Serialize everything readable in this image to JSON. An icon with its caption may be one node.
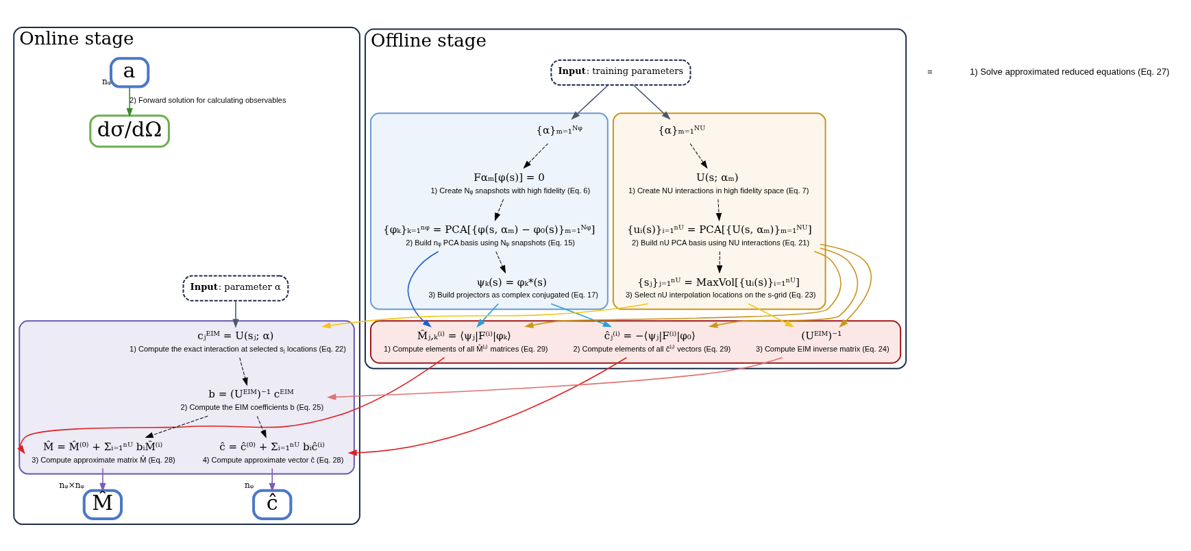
{
  "diagram": {
    "nodes": [
      {
        "text": [
          "Offline stage"
        ]
      },
      {
        "text": [
          "**Input**: training parameters"
        ],
        "in": 0
      },
      {
        "text": [],
        "shape": "box",
        "in": 0
      },
      {
        "text": [
          "{α}ₘ₌₁ᴺᵠ"
        ],
        "in": 2
      },
      {
        "text": [
          "Fαₘ[φ(s)] = 0"
        ],
        "in": 2,
        "beside": [
          "1) Create Nᵩ snapshots with high fidelity (Eq. 6)"
        ]
      },
      {
        "text": [
          "{φₖ}ₖ₌₁ⁿᵠ = PCA[{φ(s, αₘ) − φ₀(s)}ₘ₌₁ᴺᵠ]"
        ],
        "in": 2,
        "beside": [
          "2) Build nᵩ PCA basis using Nᵩ snapshots (Eq. 15)"
        ]
      },
      {
        "text": [
          "ψₖ(s) = φₖ*(s)"
        ],
        "in": 2,
        "beside": [
          "3) Build projectors as complex conjugated (Eq. 17)"
        ]
      },
      {
        "text": [],
        "shape": "box",
        "in": 0
      },
      {
        "text": [
          "{α}ₘ₌₁ᴺᵁ"
        ],
        "in": 7
      },
      {
        "text": [
          "U(s; αₘ)"
        ],
        "in": 7,
        "beside": [
          "1) Create NU interactions in high fidelity space (Eq. 7)"
        ]
      },
      {
        "text": [
          "{uᵢ(s)}ᵢ₌₁ⁿᵁ = PCA[{U(s, αₘ)}ₘ₌₁ᴺᵁ]"
        ],
        "in": 7,
        "beside": [
          "2) Build nU PCA basis using NU interactions (Eq. 21)"
        ]
      },
      {
        "text": [
          "{sⱼ}ⱼ₌₁ⁿᵁ = MaxVol[{uᵢ(s)}ᵢ₌₁ⁿᵁ]"
        ],
        "in": 7,
        "beside": [
          "3) Select nU interpolation locations on the s-grid (Eq. 23)"
        ]
      },
      {
        "text": [],
        "shape": "box",
        "in": 0
      },
      {
        "text": [
          "M̂ⱼ,ₖ⁽ⁱ⁾ = ⟨ψⱼ|F⁽ⁱ⁾|φₖ⟩"
        ],
        "in": 12,
        "beside": [
          "1) Compute elements of all M̂⁽ⁱ⁾ matrices (Eq. 29)"
        ]
      },
      {
        "text": [
          "ĉⱼ⁽ⁱ⁾ = −⟨ψⱼ|F⁽ⁱ⁾|φ₀⟩"
        ],
        "in": 12,
        "beside": [
          "2) Compute elements of all ĉ⁽ⁱ⁾ vectors (Eq. 29)"
        ]
      },
      {
        "text": [
          "(Uᴱᴵᴹ)⁻¹"
        ],
        "in": 12,
        "beside": [
          "3) Compute EIM inverse matrix (Eq. 24)"
        ]
      },
      {
        "text": [
          "Online stage"
        ]
      },
      {
        "text": [
          "**Input**: parameter α"
        ],
        "in": 16
      },
      {
        "text": [],
        "shape": "box",
        "in": 16
      },
      {
        "text": [
          "cⱼᴱᴵᴹ = U(sⱼ; α)"
        ],
        "in": 18,
        "beside": [
          "1) Compute the exact interaction at selected sⱼ locations (Eq. 22)"
        ]
      },
      {
        "text": [
          "b = (Uᴱᴵᴹ)⁻¹ cᴱᴵᴹ"
        ],
        "in": 18,
        "beside": [
          "2) Compute the EIM coefficients b (Eq. 25)"
        ]
      },
      {
        "text": [
          "M̂ = M̂⁽⁰⁾ + Σᵢ₌₁ⁿᵁ bᵢM̂⁽ⁱ⁾"
        ],
        "in": 18,
        "beside": [
          "3) Compute approximate matrix M̂ (Eq. 28)"
        ]
      },
      {
        "text": [
          "ĉ = ĉ⁽⁰⁾ + Σᵢ₌₁ⁿᵁ bᵢĉ⁽ⁱ⁾"
        ],
        "in": 18,
        "beside": [
          "4) Compute approximate vector ĉ (Eq. 28)"
        ]
      },
      {
        "text": [
          "M̂"
        ],
        "in": 16,
        "beside": [
          "nᵩ×nᵩ"
        ]
      },
      {
        "text": [
          "a"
        ],
        "in": 16,
        "beside": [
          "nᵩ"
        ]
      },
      {
        "text": [
          "ĉ"
        ],
        "in": 16,
        "beside": [
          "nᵩ"
        ]
      },
      {
        "text": [
          "dσ/dΩ"
        ],
        "in": 16
      }
    ],
    "edges": [
      {
        "from": 1,
        "to": 3,
        "arrow": "to",
        "color": "#4a5a70"
      },
      {
        "from": 1,
        "to": 8,
        "arrow": "to",
        "color": "#4a5a70"
      },
      {
        "from": 3,
        "to": 4,
        "arrow": "to",
        "style": "dashed"
      },
      {
        "from": 4,
        "to": 5,
        "arrow": "to",
        "style": "dashed"
      },
      {
        "from": 5,
        "to": 6,
        "arrow": "to",
        "style": "dashed"
      },
      {
        "from": 8,
        "to": 9,
        "arrow": "to",
        "style": "dashed"
      },
      {
        "from": 9,
        "to": 10,
        "arrow": "to",
        "style": "dashed"
      },
      {
        "from": 10,
        "to": 11,
        "arrow": "to",
        "style": "dashed"
      },
      {
        "from": 5,
        "to": 13,
        "arrow": "to",
        "color": "#1f5fd0"
      },
      {
        "from": 6,
        "to": 13,
        "arrow": "to",
        "color": "#2a9fd6"
      },
      {
        "from": 6,
        "to": 14,
        "arrow": "to",
        "color": "#2a9fd6"
      },
      {
        "from": 10,
        "to": 13,
        "arrow": "to",
        "color": "#c8961e"
      },
      {
        "from": 10,
        "to": 14,
        "arrow": "to",
        "color": "#c8961e"
      },
      {
        "from": 10,
        "to": 15,
        "arrow": "to",
        "color": "#c8961e"
      },
      {
        "from": 11,
        "to": 15,
        "arrow": "to",
        "color": "#f5c518"
      },
      {
        "from": 11,
        "to": 19,
        "arrow": "to",
        "color": "#f5c518"
      },
      {
        "from": 15,
        "to": 20,
        "arrow": "to",
        "color": "#e07070"
      },
      {
        "from": 17,
        "to": 19,
        "arrow": "to",
        "color": "#4a5a70"
      },
      {
        "from": 13,
        "to": 21,
        "arrow": "to",
        "color": "#e02020"
      },
      {
        "from": 14,
        "to": 22,
        "arrow": "to",
        "color": "#e02020"
      },
      {
        "from": 19,
        "to": 20,
        "arrow": "to",
        "style": "dashed"
      },
      {
        "from": 20,
        "to": 21,
        "arrow": "to",
        "style": "dashed"
      },
      {
        "from": 20,
        "to": 22,
        "arrow": "to",
        "style": "dashed"
      },
      {
        "from": 21,
        "to": 23,
        "arrow": "to",
        "color": "#7a5cb8"
      },
      {
        "from": 22,
        "to": 25,
        "arrow": "to",
        "color": "#7a5cb8"
      },
      {
        "from": 24,
        "to": 26,
        "arrow": "to",
        "color": "#3a8a2a",
        "label": "2) Forward solution for calculating observables"
      }
    ],
    "labels": [
      "=",
      "1) Solve approximated reduced equations (Eq. 27)"
    ]
  }
}
